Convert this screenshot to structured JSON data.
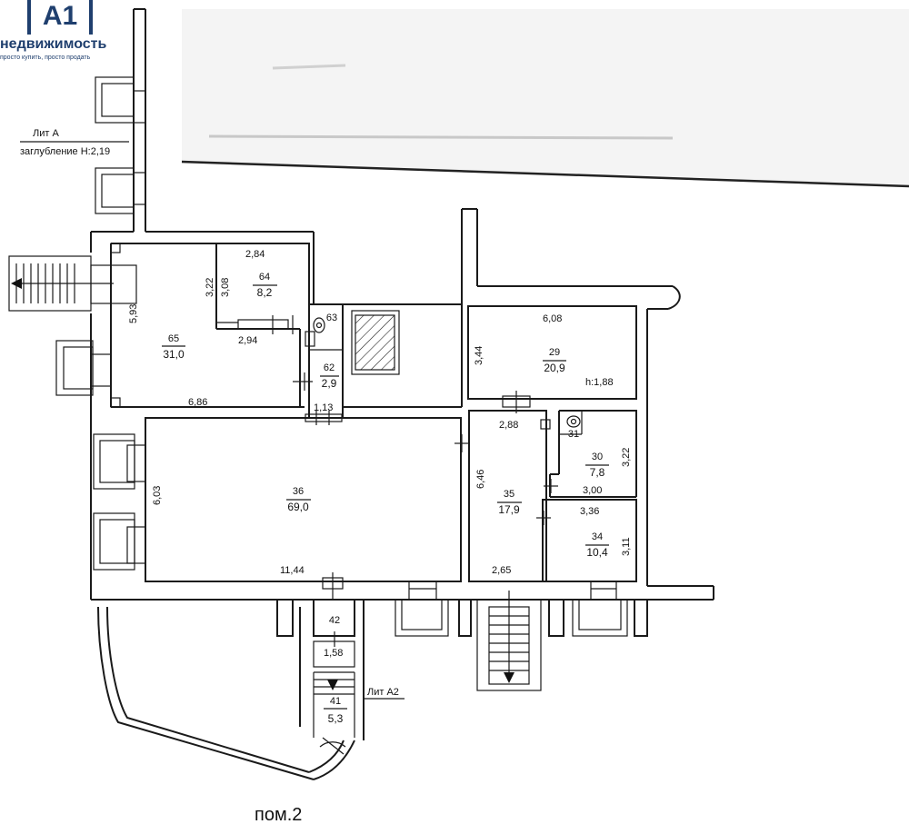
{
  "logo": {
    "mark": "A1",
    "name": "недвижимость",
    "tagline": "просто купить, просто продать"
  },
  "labels": {
    "lit_a": "Лит А",
    "depth": "заглубление H:2,19",
    "lit_a2": "Лит А2",
    "caption": "пом.2"
  },
  "rooms": [
    {
      "number": "65",
      "area": "31,0"
    },
    {
      "number": "64",
      "area": "8,2"
    },
    {
      "number": "63",
      "area": ""
    },
    {
      "number": "62",
      "area": "2,9"
    },
    {
      "number": "29",
      "area": "20,9"
    },
    {
      "number": "36",
      "area": "69,0"
    },
    {
      "number": "35",
      "area": "17,9"
    },
    {
      "number": "31",
      "area": ""
    },
    {
      "number": "30",
      "area": "7,8"
    },
    {
      "number": "34",
      "area": "10,4"
    },
    {
      "number": "42",
      "area": ""
    },
    {
      "number": "41",
      "area": "5,3"
    }
  ],
  "dimensions": {
    "d_593": "5,93",
    "d_686": "6,86",
    "d_284": "2,84",
    "d_322": "3,22",
    "d_308": "3,08",
    "d_294": "2,94",
    "d_113": "1,13",
    "d_608": "6,08",
    "d_344": "3,44",
    "h_188": "h:1,88",
    "d_603": "6,03",
    "d_1144": "11,44",
    "d_288": "2,88",
    "d_646": "6,46",
    "d_322b": "3,22",
    "d_300": "3,00",
    "d_336": "3,36",
    "d_311": "3,11",
    "d_265": "2,65",
    "d_158": "1,58"
  }
}
